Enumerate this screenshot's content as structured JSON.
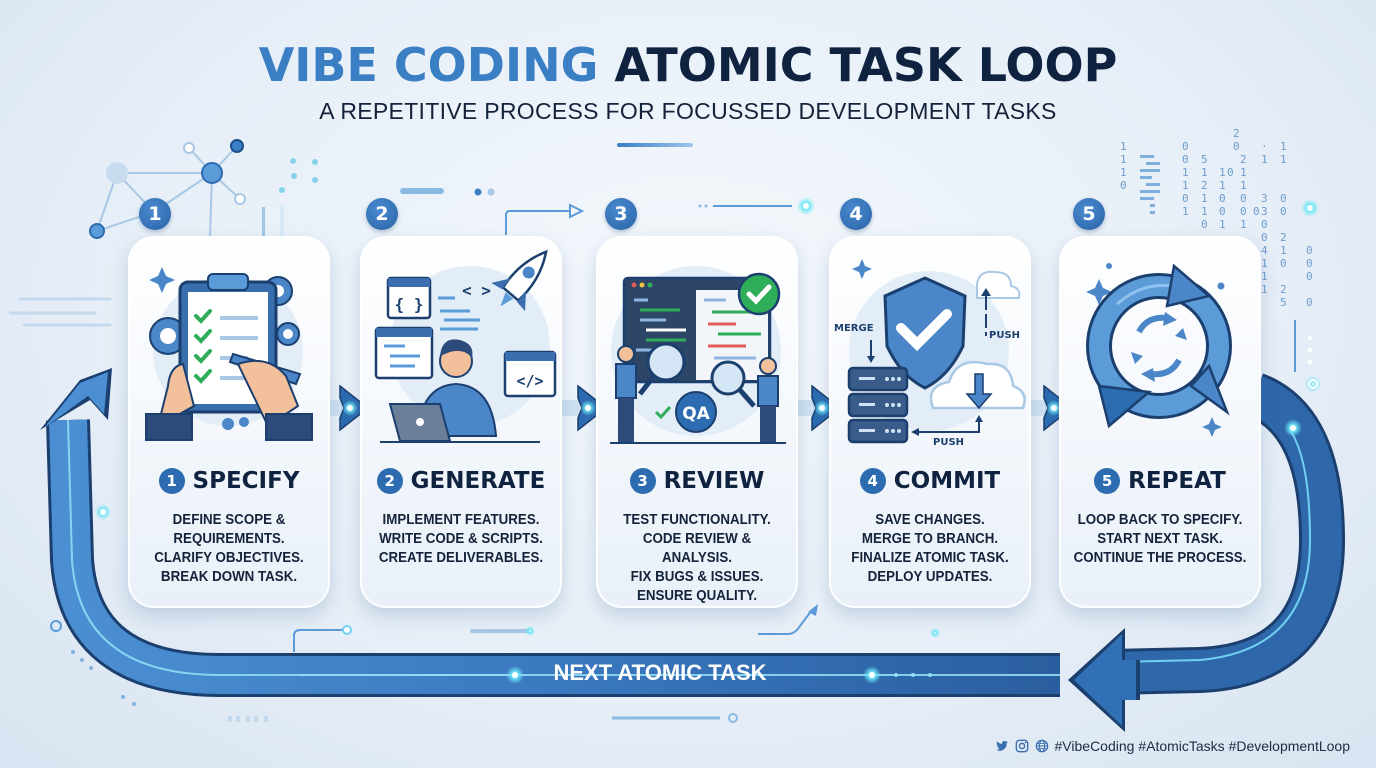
{
  "header": {
    "title_part1": "VIBE CODING",
    "title_part2": "ATOMIC TASK LOOP",
    "subtitle": "A REPETITIVE PROCESS FOR FOCUSSED DEVELOPMENT TASKS"
  },
  "steps": [
    {
      "number": "1",
      "label": "SPECIFY",
      "icon": "clipboard-checklist-icon",
      "lines": [
        "DEFINE SCOPE &",
        "REQUIREMENTS.",
        "CLARIFY OBJECTIVES.",
        "BREAK DOWN TASK."
      ]
    },
    {
      "number": "2",
      "label": "GENERATE",
      "icon": "developer-laptop-rocket-icon",
      "lines": [
        "IMPLEMENT FEATURES.",
        "WRITE CODE & SCRIPTS.",
        "CREATE DELIVERABLES."
      ]
    },
    {
      "number": "3",
      "label": "REVIEW",
      "icon": "code-review-qa-icon",
      "qa_badge": "QA",
      "lines": [
        "TEST FUNCTIONALITY.",
        "CODE REVIEW & ANALYSIS.",
        "FIX BUGS & ISSUES.",
        "ENSURE QUALITY."
      ]
    },
    {
      "number": "4",
      "label": "COMMIT",
      "icon": "shield-server-cloud-icon",
      "merge_label": "MERGE",
      "push_label_top": "PUSH",
      "push_label_bottom": "PUSH",
      "lines": [
        "SAVE CHANGES.",
        "MERGE TO BRANCH.",
        "FINALIZE ATOMIC TASK.",
        "DEPLOY UPDATES."
      ]
    },
    {
      "number": "5",
      "label": "REPEAT",
      "icon": "refresh-cycle-icon",
      "lines": [
        "LOOP BACK TO SPECIFY.",
        "START NEXT TASK.",
        "CONTINUE THE PROCESS."
      ]
    }
  ],
  "loop": {
    "label": "NEXT ATOMIC TASK"
  },
  "footer": {
    "icons": [
      "twitter-icon",
      "instagram-icon",
      "globe-icon"
    ],
    "hashtags": "#VibeCoding #AtomicTasks #DevelopmentLoop"
  },
  "colors": {
    "title_blue": "#3a7ec4",
    "navy": "#0f2340",
    "accent_blue": "#2d6cb0",
    "loop_blue": "#3f7fc4",
    "glow_cyan": "#5fe3f5",
    "check_green": "#2fae5a"
  }
}
